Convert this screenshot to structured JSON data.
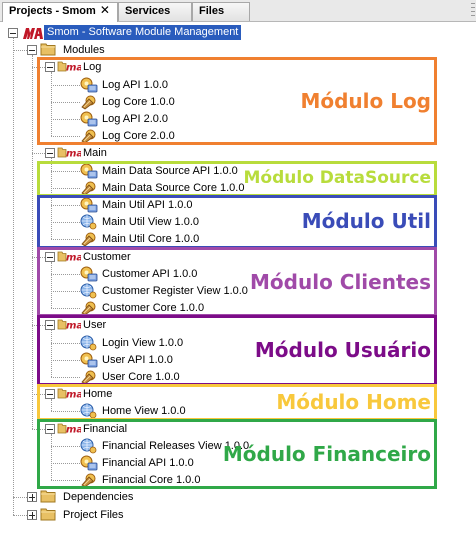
{
  "tabs": [
    {
      "label": "Projects - Smom",
      "active": true,
      "closable": true,
      "close_glyph": "✕"
    },
    {
      "label": "Services",
      "active": false
    },
    {
      "label": "Files",
      "active": false
    }
  ],
  "tree": {
    "project": "Smom - Software Module Management",
    "modules_label": "Modules",
    "groups": [
      {
        "name": "Log",
        "items": [
          "Log API 1.0.0",
          "Log Core 1.0.0",
          "Log API 2.0.0",
          "Log Core 2.0.0"
        ]
      },
      {
        "name": "Main",
        "items": [
          "Main Data Source API 1.0.0",
          "Main Data Source Core 1.0.0",
          "Main Util API 1.0.0",
          "Main Util View 1.0.0",
          "Main Util Core 1.0.0"
        ]
      },
      {
        "name": "Customer",
        "items": [
          "Customer API 1.0.0",
          "Customer Register View 1.0.0",
          "Customer Core 1.0.0"
        ]
      },
      {
        "name": "User",
        "items": [
          "Login View 1.0.0",
          "User API 1.0.0",
          "User Core 1.0.0"
        ]
      },
      {
        "name": "Home",
        "items": [
          "Home View 1.0.0"
        ]
      },
      {
        "name": "Financial",
        "items": [
          "Financial Releases View 1.0.0",
          "Financial API 1.0.0",
          "Financial Core 1.0.0"
        ]
      }
    ],
    "dependencies_label": "Dependencies",
    "project_files_label": "Project Files"
  },
  "annotations": [
    {
      "label": "Módulo Log",
      "color": "#f08030"
    },
    {
      "label": "Módulo DataSource",
      "color": "#b8dc3c"
    },
    {
      "label": "Módulo Util",
      "color": "#3a4cb8"
    },
    {
      "label": "Módulo Clientes",
      "color": "#a04aa8"
    },
    {
      "label": "Módulo Usuário",
      "color": "#7c0c88"
    },
    {
      "label": "Módulo Home",
      "color": "#f8c83c"
    },
    {
      "label": "Módulo Financeiro",
      "color": "#30a848"
    }
  ],
  "colors": {
    "selection": "#2a5cbd",
    "folder": "#e8c064",
    "tab_bar": "#e9e9e9"
  },
  "icons": {
    "project": "maven-project-icon",
    "folder": "folder-icon",
    "group": "maven-group-icon",
    "api_module": "api-module-icon",
    "view_module": "view-module-icon",
    "core_module": "core-module-icon"
  }
}
